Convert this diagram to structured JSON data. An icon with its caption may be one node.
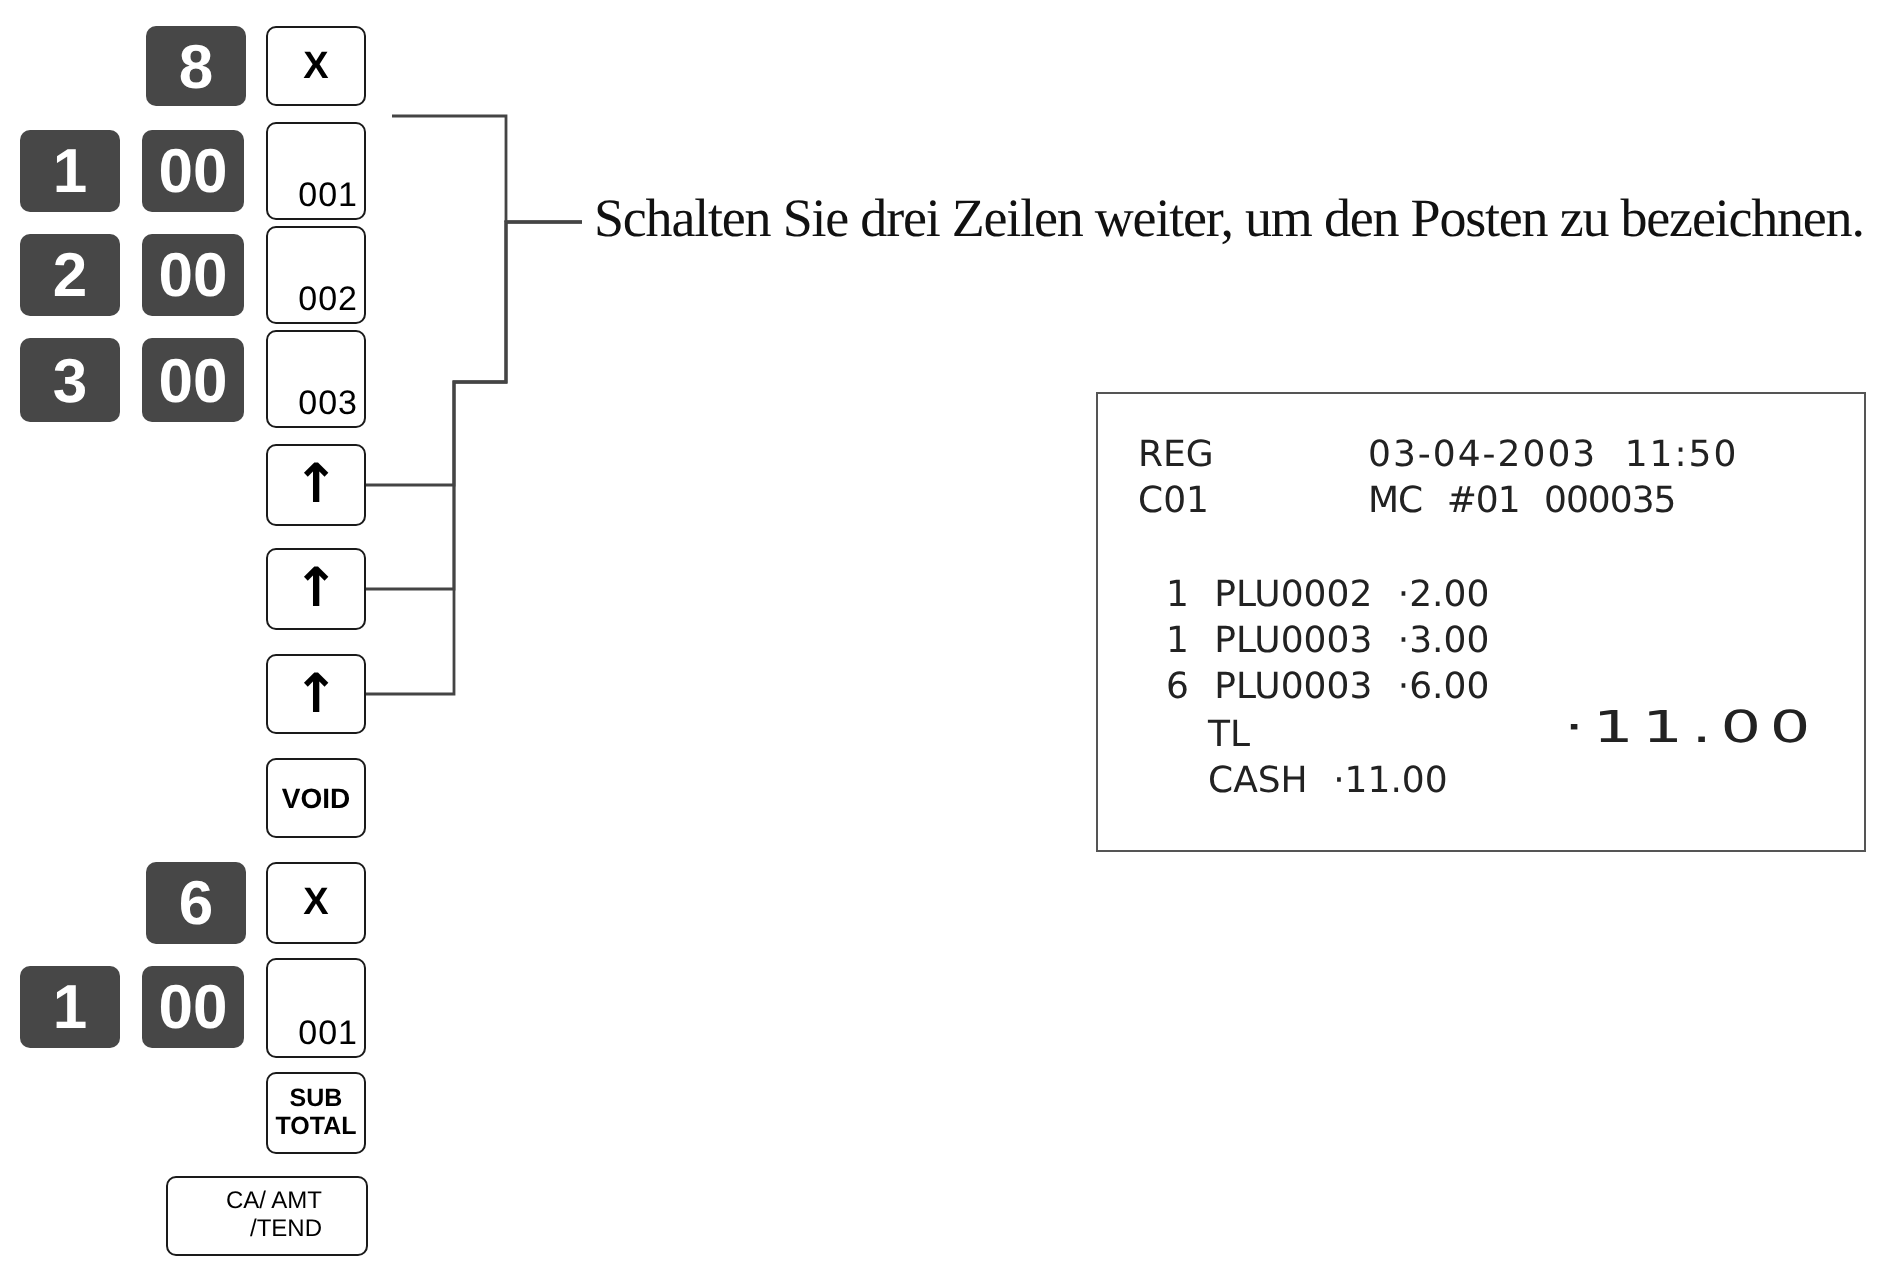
{
  "diagram": {
    "nodes": [
      {
        "text": [
          "8"
        ]
      },
      {
        "text": [
          "X"
        ]
      },
      {
        "text": [
          "1"
        ]
      },
      {
        "text": [
          "00"
        ]
      },
      {
        "text": [
          "001"
        ]
      },
      {
        "text": [
          "2"
        ]
      },
      {
        "text": [
          "00"
        ]
      },
      {
        "text": [
          "002"
        ]
      },
      {
        "text": [
          "3"
        ]
      },
      {
        "text": [
          "00"
        ]
      },
      {
        "text": [
          "003"
        ]
      },
      {
        "text": [
          "↑"
        ]
      },
      {
        "text": [
          "↑"
        ]
      },
      {
        "text": [
          "↑"
        ]
      },
      {
        "text": [
          "VOID"
        ]
      },
      {
        "text": [
          "6"
        ]
      },
      {
        "text": [
          "X"
        ]
      },
      {
        "text": [
          "1"
        ]
      },
      {
        "text": [
          "00"
        ]
      },
      {
        "text": [
          "001"
        ]
      },
      {
        "text": [
          "SUB TOTAL"
        ]
      },
      {
        "text": [
          "CA/ AMT /TEND"
        ]
      },
      {
        "text": [
          "Schalten Sie drei Zeilen weiter, um den Posten zu bezeichnen."
        ]
      },
      {
        "text": [
          "REG",
          "03-04-2003 11:50",
          "C01",
          "MC #01 000035",
          "1 PLU0002 ·2.00",
          "1 PLU0003 ·3.00",
          "6 PLU0003 ·6.00",
          "TL",
          "·11.00",
          "CASH ·11.00"
        ]
      }
    ],
    "edges": [
      {
        "from": 22,
        "to": 11,
        "arrow": "none"
      },
      {
        "from": 22,
        "to": 12,
        "arrow": "none"
      },
      {
        "from": 22,
        "to": 13,
        "arrow": "none"
      }
    ]
  }
}
